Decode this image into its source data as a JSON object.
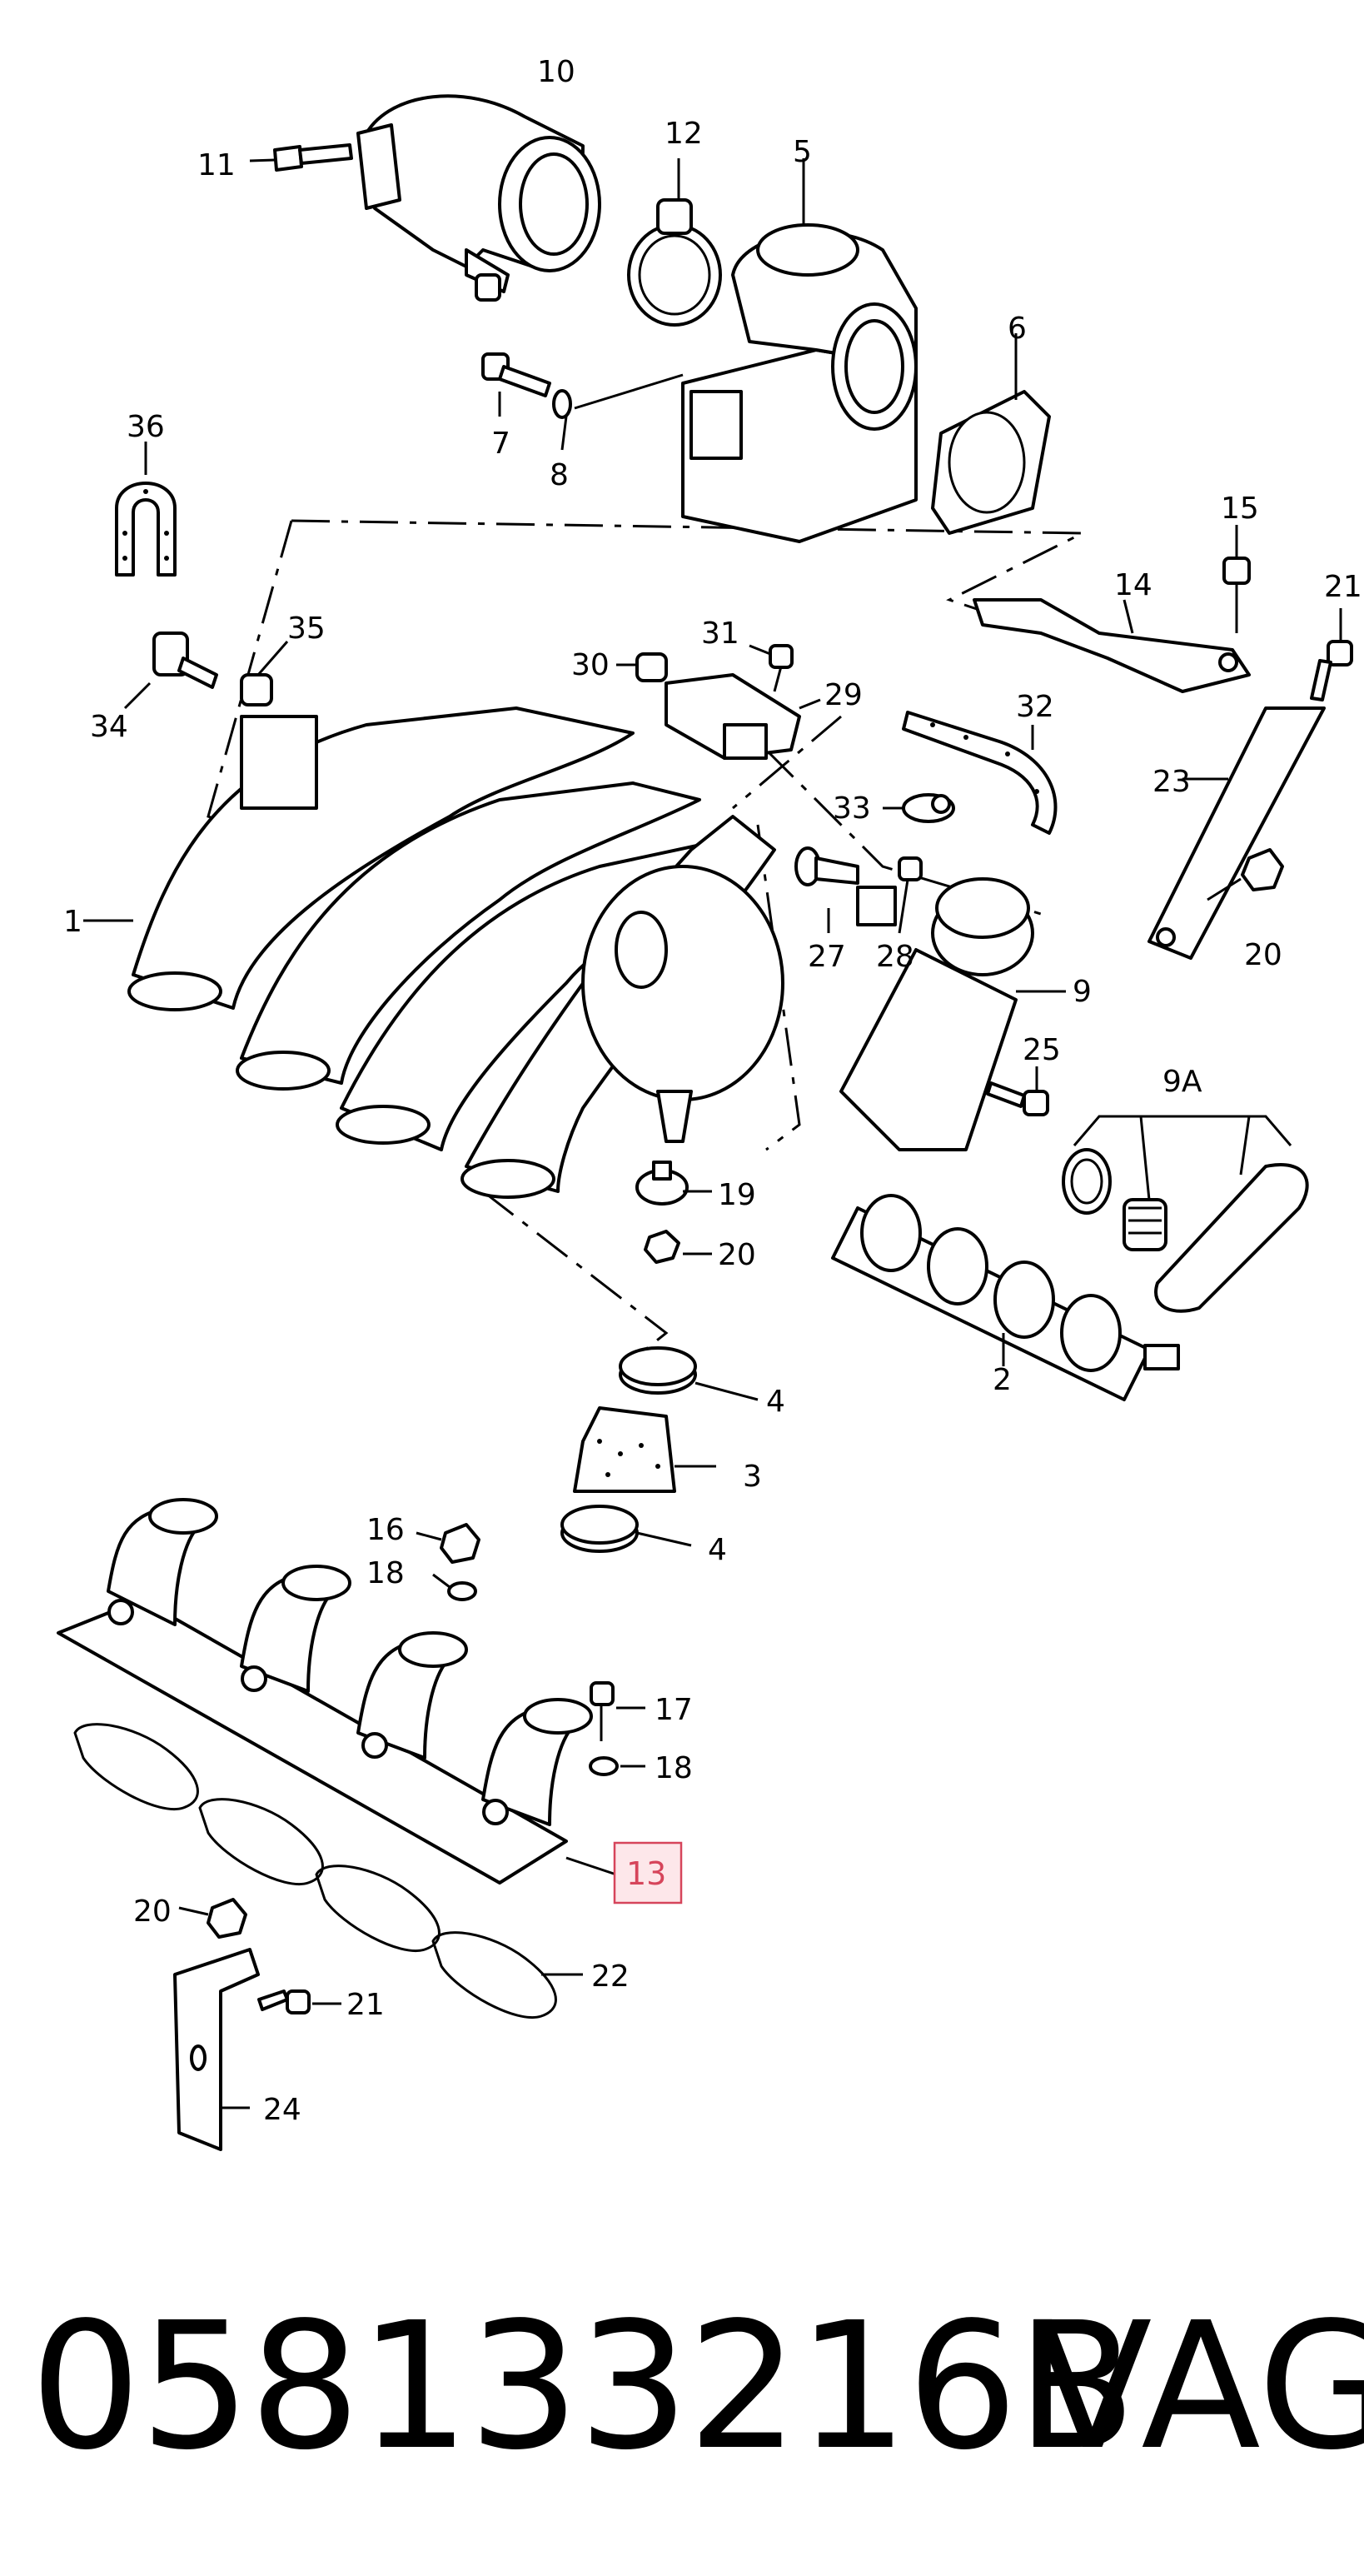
{
  "callouts": {
    "c1": "1",
    "c2": "2",
    "c3": "3",
    "c4a": "4",
    "c4b": "4",
    "c5": "5",
    "c6": "6",
    "c7": "7",
    "c8": "8",
    "c9": "9",
    "c9a": "9A",
    "c10": "10",
    "c11": "11",
    "c12": "12",
    "c13": "13",
    "c14": "14",
    "c15": "15",
    "c16": "16",
    "c17": "17",
    "c18a": "18",
    "c18b": "18",
    "c19": "19",
    "c20a": "20",
    "c20b": "20",
    "c20c": "20",
    "c21a": "21",
    "c21b": "21",
    "c22": "22",
    "c23": "23",
    "c24": "24",
    "c25": "25",
    "c27": "27",
    "c28": "28",
    "c29": "29",
    "c30": "30",
    "c31": "31",
    "c32": "32",
    "c33": "33",
    "c34": "34",
    "c35": "35",
    "c36": "36"
  },
  "highlight_color": "#d6455b",
  "footer": {
    "part_number": "058133216B",
    "brand": "VAG"
  }
}
